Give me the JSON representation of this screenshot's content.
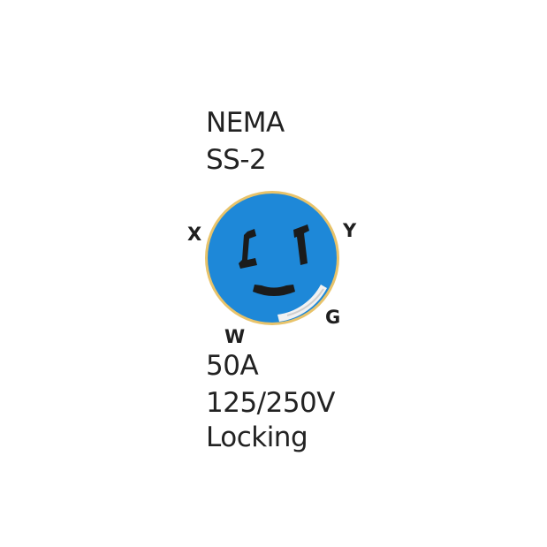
{
  "title": {
    "line1": "NEMA",
    "line2": "SS-2"
  },
  "specs": {
    "current": "50A",
    "voltage": "125/250V",
    "type": "Locking"
  },
  "pins": {
    "x": "X",
    "y": "Y",
    "g": "G",
    "w": "W"
  },
  "colors": {
    "face": "#1e88d8",
    "rim": "#e8c36a",
    "slot": "#1b1b1b",
    "ground_arc": "#f2f2f2",
    "text": "#222222"
  }
}
